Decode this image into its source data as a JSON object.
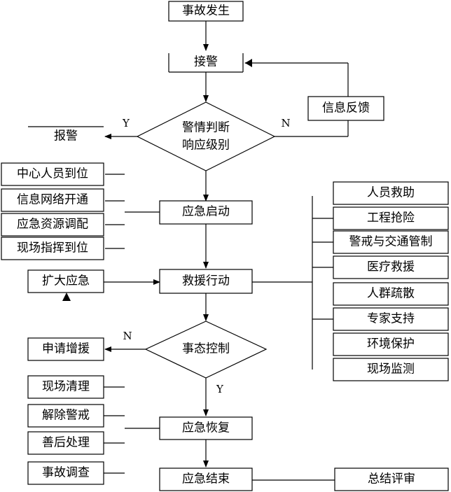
{
  "nodes": {
    "accident": "事故发生",
    "alarm_receive": "接警",
    "judge_line1": "警情判断",
    "judge_line2": "响应级别",
    "report": "报警",
    "feedback": "信息反馈",
    "emergency_start": "应急启动",
    "rescue_action": "救援行动",
    "expand_response": "扩大应急",
    "situation_control": "事态控制",
    "request_reinforce": "申请增援",
    "emergency_recovery": "应急恢复",
    "emergency_end": "应急结束",
    "summary_review": "总结评审"
  },
  "left_start_items": [
    "中心人员到位",
    "信息网络开通",
    "应急资源调配",
    "现场指挥到位"
  ],
  "right_rescue_items": [
    "人员救助",
    "工程抢险",
    "警戒与交通管制",
    "医疗救援",
    "人群疏散",
    "专家支持",
    "环境保护",
    "现场监测"
  ],
  "left_recovery_items": [
    "现场清理",
    "解除警戒",
    "善后处理",
    "事故调查"
  ],
  "branch_labels": {
    "judge_yes": "Y",
    "judge_no": "N",
    "control_no": "N",
    "control_yes": "Y"
  }
}
